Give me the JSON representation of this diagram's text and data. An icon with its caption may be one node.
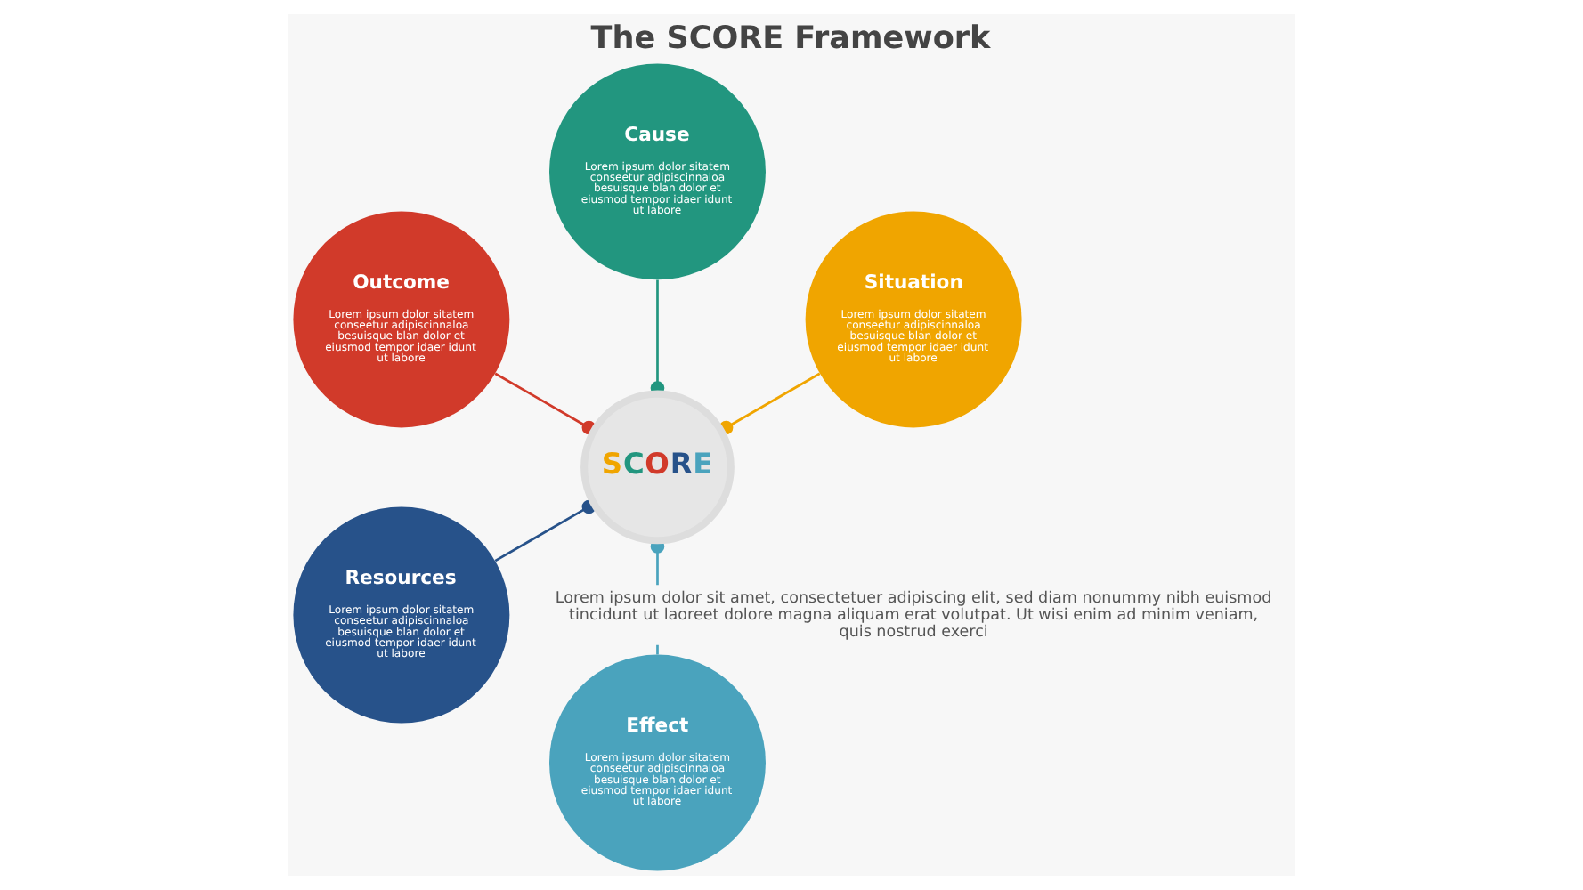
{
  "diagram": {
    "title": "The SCORE Framework",
    "nodes": [
      {
        "text": [
          "SCORE"
        ]
      },
      {
        "text": [
          "Situation",
          "Lorem ipsum dolor sitatem conseetur adipiscinnaloa besuisque blan dolor et eiusmod tempor idaer idunt ut labore"
        ]
      },
      {
        "text": [
          "Cause",
          "Lorem ipsum dolor sitatem conseetur adipiscinnaloa besuisque blan dolor et eiusmod tempor idaer idunt ut labore"
        ]
      },
      {
        "text": [
          "Outcome",
          "Lorem ipsum dolor sitatem conseetur adipiscinnaloa besuisque blan dolor et eiusmod tempor idaer idunt ut labore"
        ]
      },
      {
        "text": [
          "Resources",
          "Lorem ipsum dolor sitatem conseetur adipiscinnaloa besuisque blan dolor et eiusmod tempor idaer idunt ut labore"
        ]
      },
      {
        "text": [
          "Effect",
          "Lorem ipsum dolor sitatem conseetur adipiscinnaloa besuisque blan dolor et eiusmod tempor idaer idunt ut labore"
        ]
      }
    ],
    "edges": [
      {
        "from": 0,
        "to": 1,
        "arrow": "other",
        "color": "#f0a500"
      },
      {
        "from": 0,
        "to": 2,
        "arrow": "other",
        "color": "#22967f"
      },
      {
        "from": 0,
        "to": 3,
        "arrow": "other",
        "color": "#d13a2a"
      },
      {
        "from": 0,
        "to": 4,
        "arrow": "other",
        "color": "#27528a"
      },
      {
        "from": 0,
        "to": 5,
        "arrow": "other",
        "color": "#4aa3bd"
      }
    ],
    "labels": [
      "Lorem ipsum dolor sit amet, consectetuer adipiscing elit, sed diam nonummy nibh euismod tincidunt ut laoreet dolore magna aliquam erat volutpat. Ut wisi enim ad minim veniam, quis nostrud exerci"
    ]
  }
}
